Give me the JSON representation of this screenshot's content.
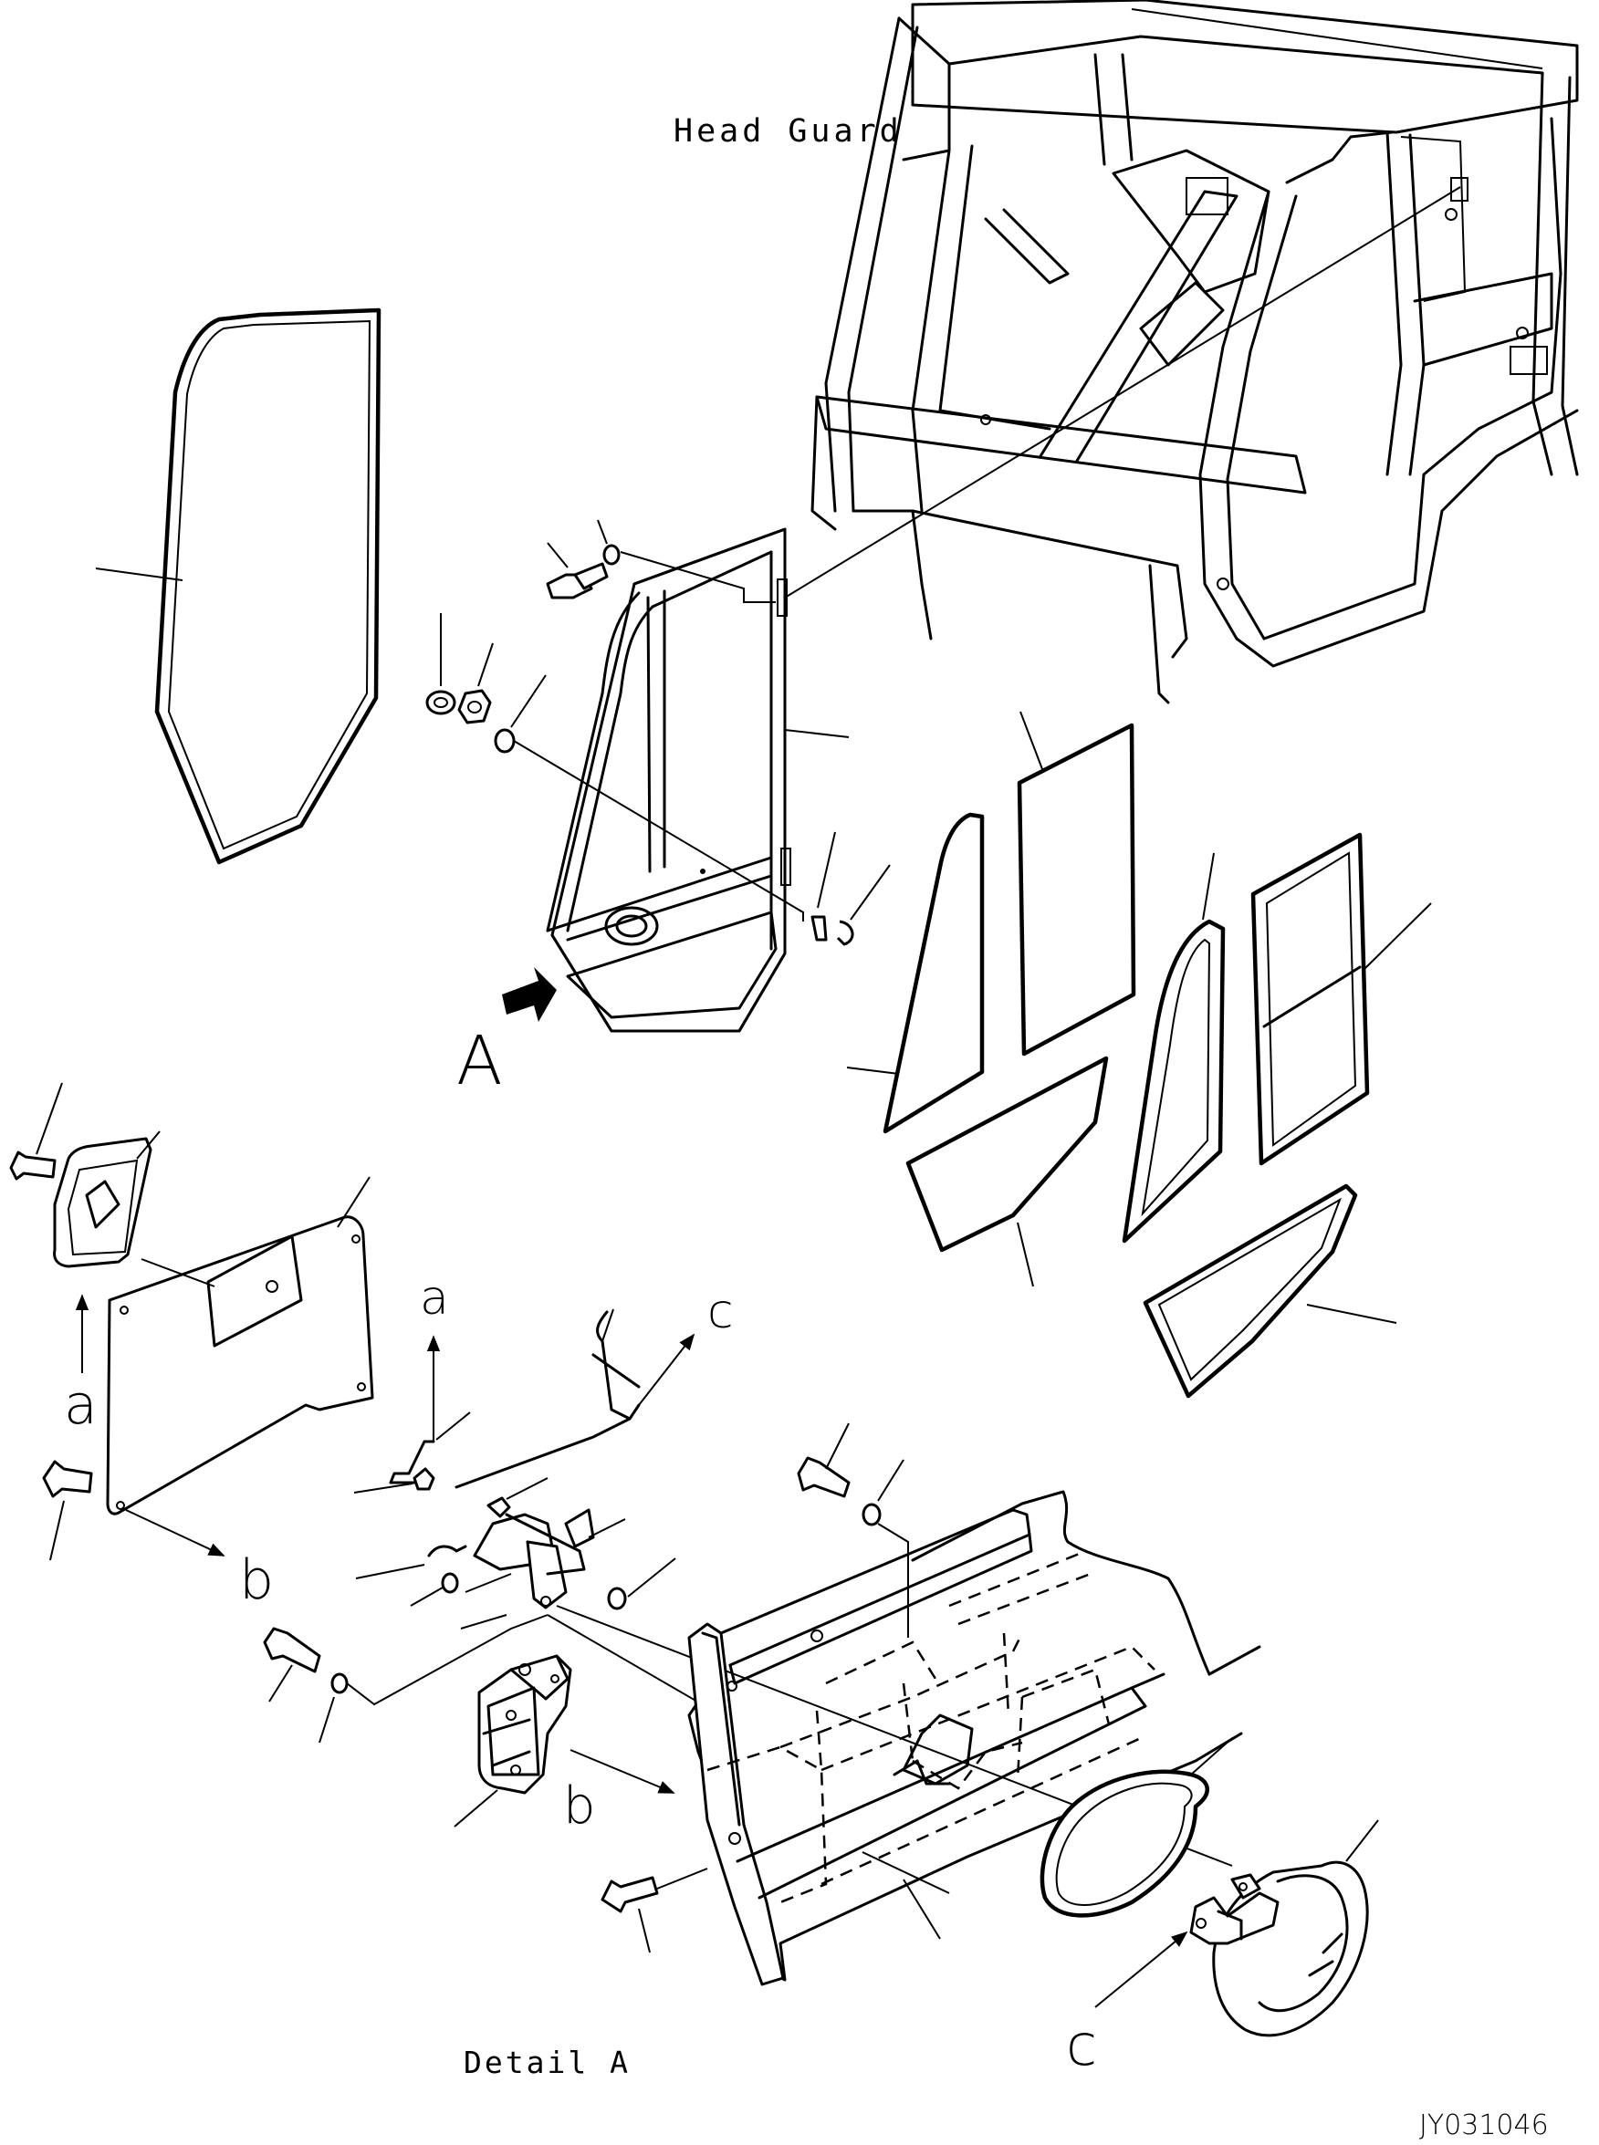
{
  "labels": {
    "head_guard": "Head Guard",
    "detail_a": "Detail A",
    "figure_code": "JY031046",
    "view_a": "A",
    "ref_a_upper": "a",
    "ref_a_lower": "a",
    "ref_b_left": "b",
    "ref_b_right": "b",
    "ref_c_upper": "c",
    "ref_c_lower": "c"
  }
}
